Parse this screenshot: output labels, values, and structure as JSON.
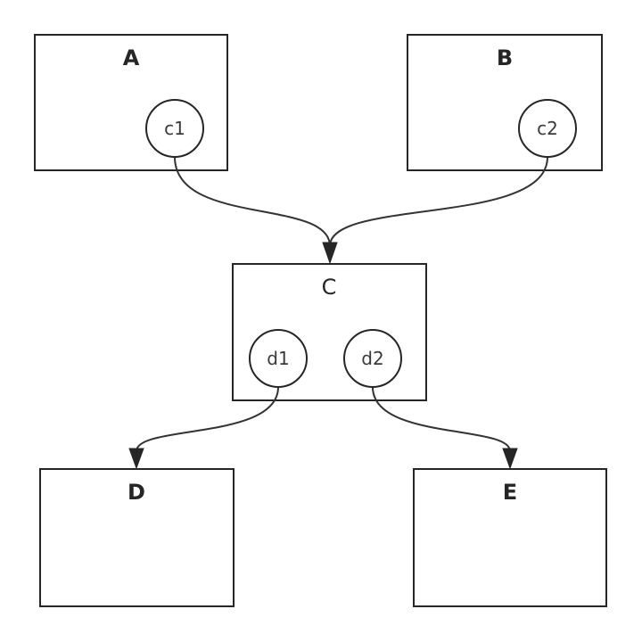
{
  "colors": {
    "stroke": "#262626",
    "fill": "#ffffff",
    "background": "#ffffff"
  },
  "nodes": {
    "a": {
      "label": "A"
    },
    "b": {
      "label": "B"
    },
    "c": {
      "label": "C"
    },
    "d": {
      "label": "D"
    },
    "e": {
      "label": "E"
    }
  },
  "ports": {
    "c1": {
      "label": "c1"
    },
    "c2": {
      "label": "c2"
    },
    "d1": {
      "label": "d1"
    },
    "d2": {
      "label": "d2"
    }
  },
  "edges": [
    {
      "from": "c1",
      "to": "C"
    },
    {
      "from": "c2",
      "to": "C"
    },
    {
      "from": "d1",
      "to": "D"
    },
    {
      "from": "d2",
      "to": "E"
    }
  ]
}
